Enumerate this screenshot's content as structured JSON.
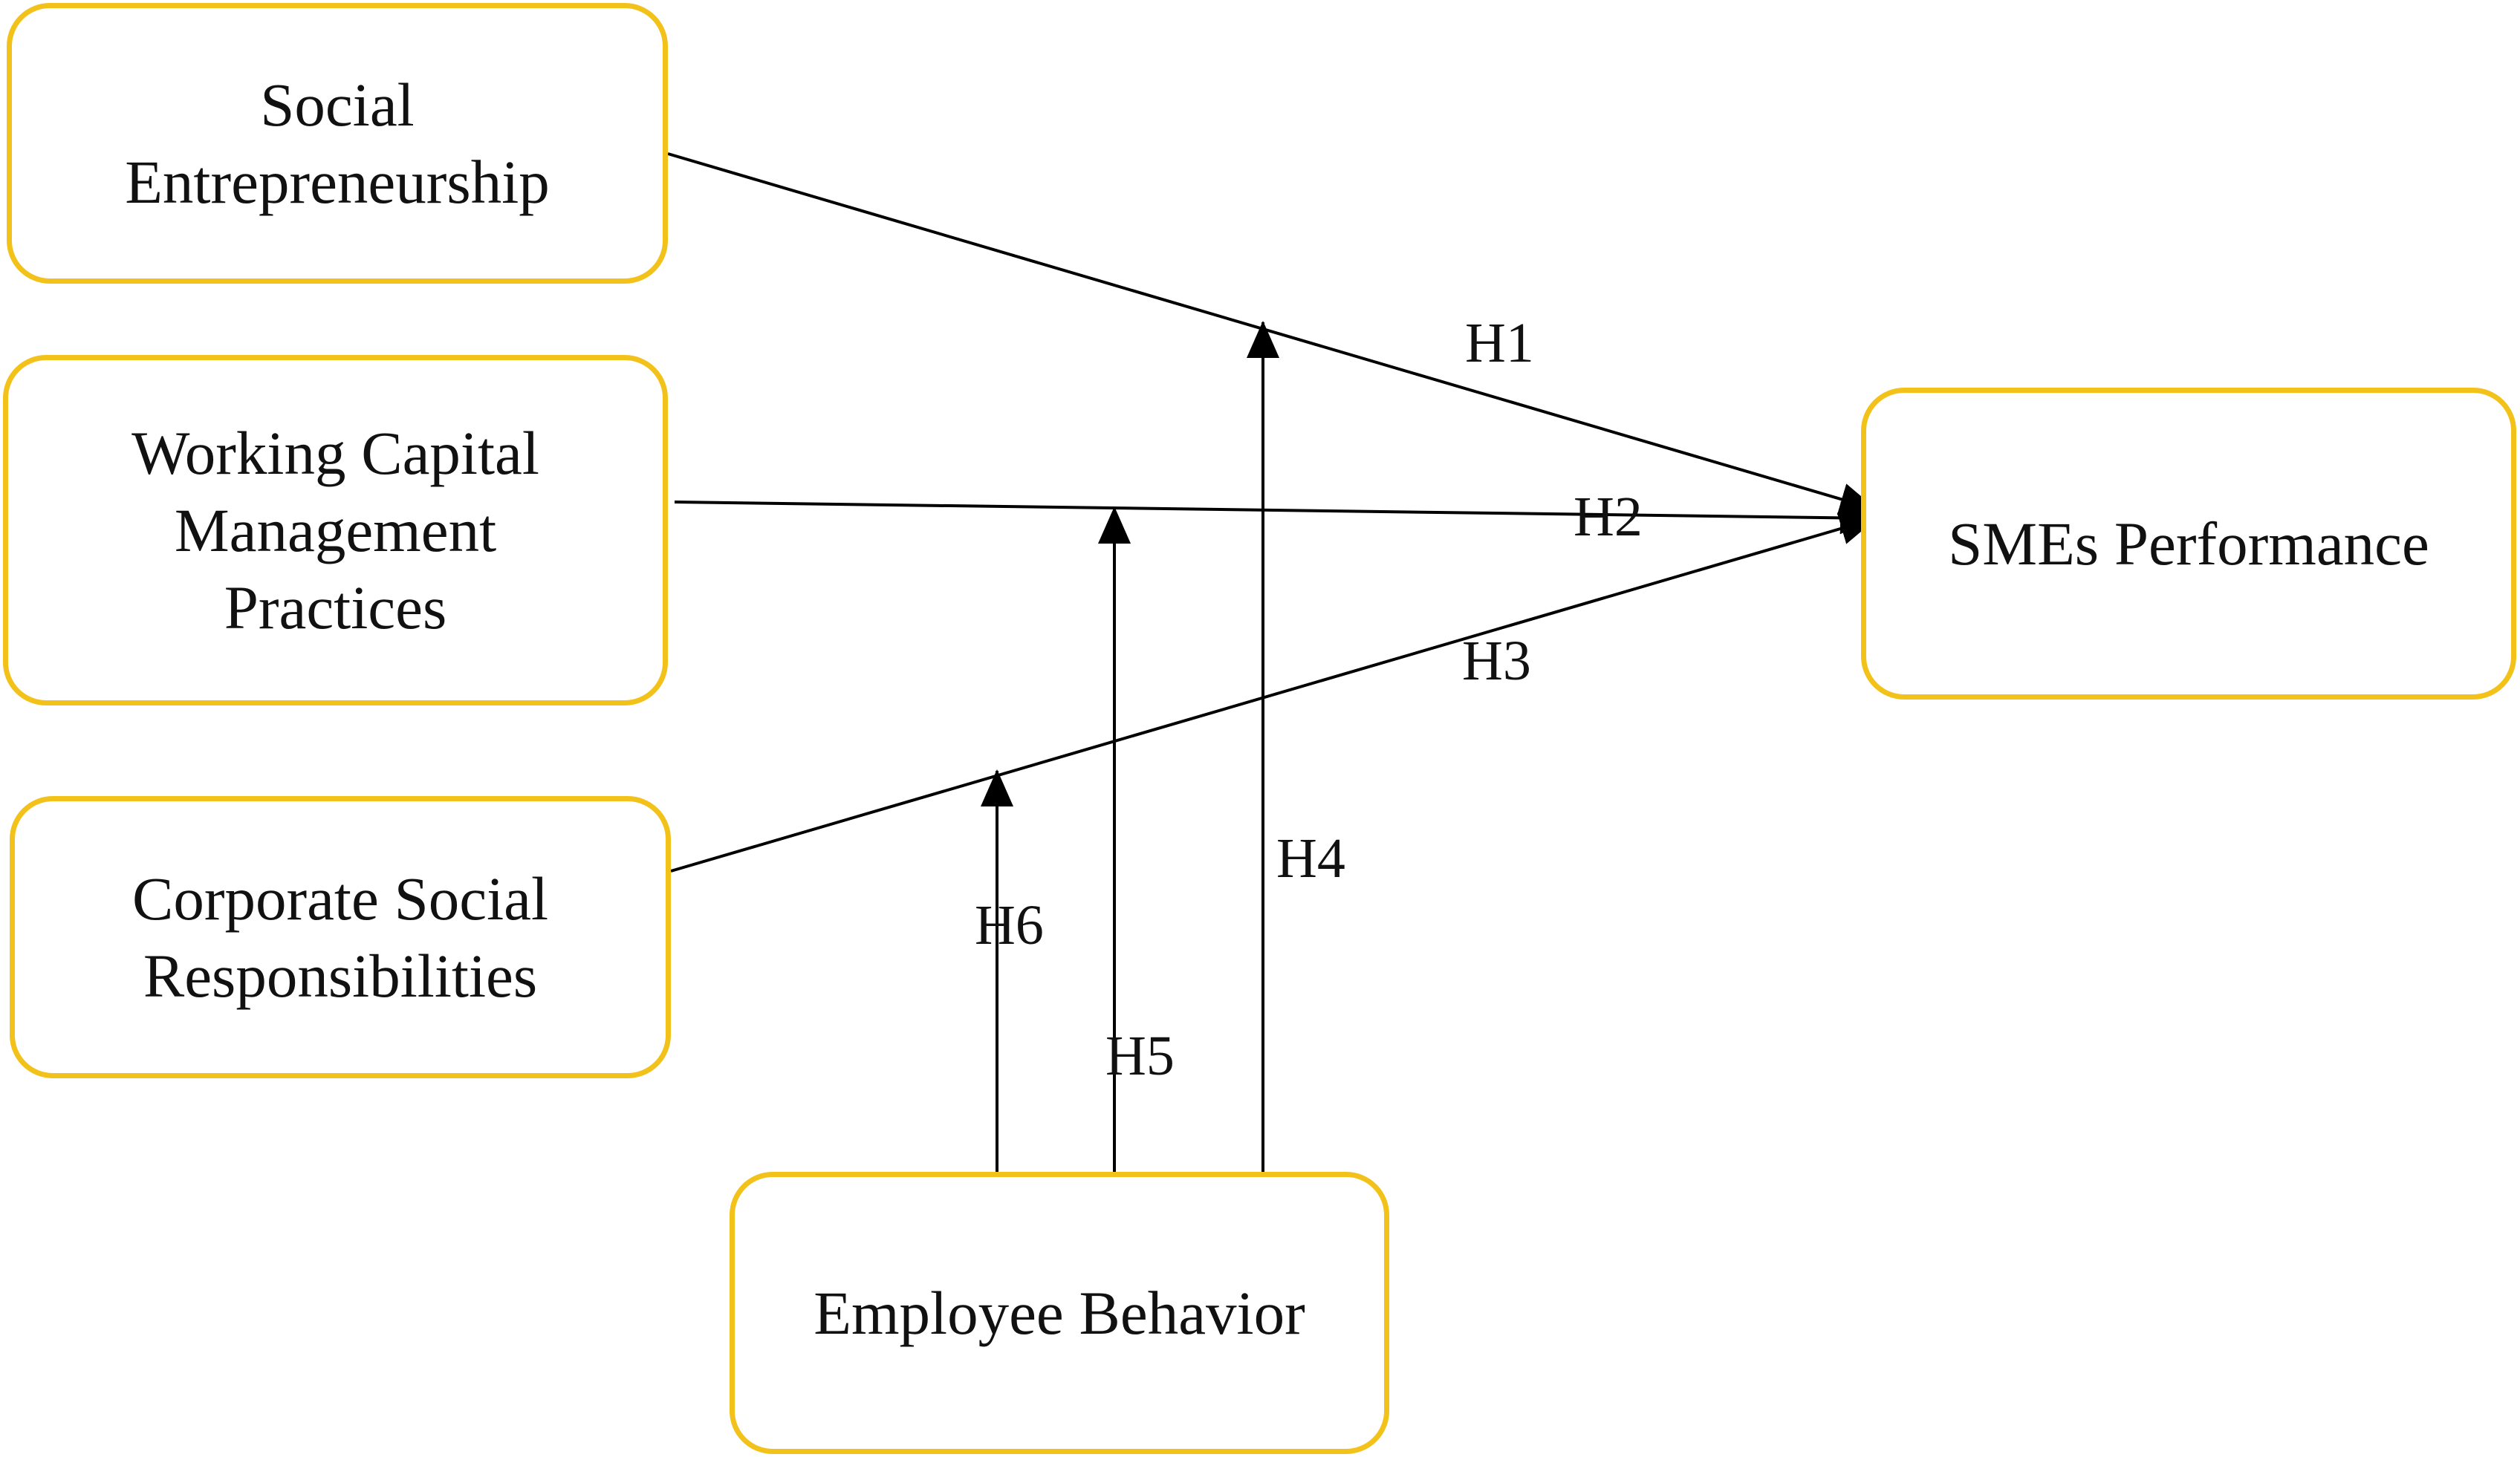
{
  "nodes": {
    "social_entrepreneurship": "Social\nEntrepreneurship",
    "working_capital": "Working Capital\nManagement\nPractices",
    "corporate_social": "Corporate Social\nResponsibilities",
    "smes_performance": "SMEs Performance",
    "employee_behavior": "Employee Behavior"
  },
  "hypotheses": {
    "h1": "H1",
    "h2": "H2",
    "h3": "H3",
    "h4": "H4",
    "h5": "H5",
    "h6": "H6"
  },
  "colors": {
    "box_border": "#F2C21B",
    "line": "#000000",
    "text": "#111111"
  }
}
